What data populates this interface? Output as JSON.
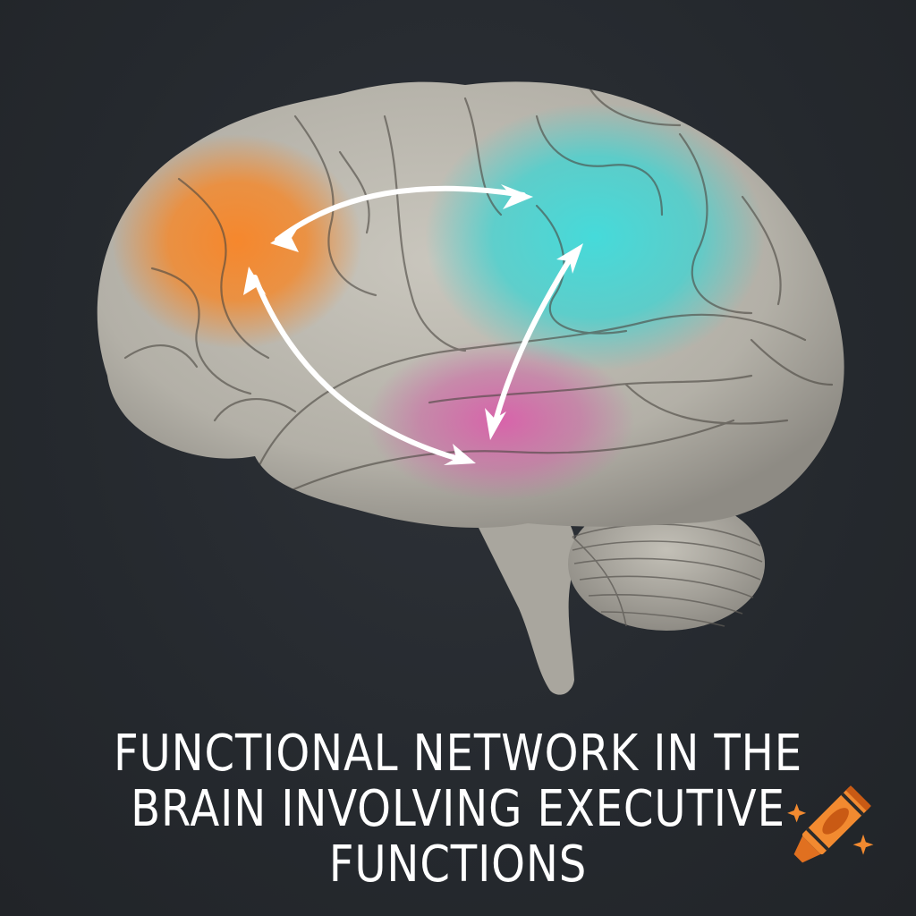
{
  "title": {
    "lines": [
      "FUNCTIONAL NETWORK IN THE",
      "BRAIN INVOLVING EXECUTIVE",
      "FUNCTIONS"
    ],
    "color": "#ffffff"
  },
  "illustration": {
    "subject": "brain-lateral-view",
    "background_color": "#262a2f",
    "tissue_color": "#b9b6ad",
    "regions": [
      {
        "name": "prefrontal-region",
        "color": "#f28a2e"
      },
      {
        "name": "parietal-region",
        "color": "#3fd6d6"
      },
      {
        "name": "temporal-region",
        "color": "#d45fa6"
      }
    ],
    "connections": [
      {
        "from": "prefrontal-region",
        "to": "parietal-region",
        "style": "double-headed-arrow"
      },
      {
        "from": "prefrontal-region",
        "to": "temporal-region",
        "style": "double-headed-arrow"
      },
      {
        "from": "parietal-region",
        "to": "temporal-region",
        "style": "double-headed-arrow"
      }
    ],
    "arrow_color": "#ffffff"
  },
  "watermark": {
    "icon": "crayon-icon",
    "colors": {
      "body": "#f28a30",
      "dark": "#c95a14",
      "band": "#2b2b2b"
    }
  }
}
